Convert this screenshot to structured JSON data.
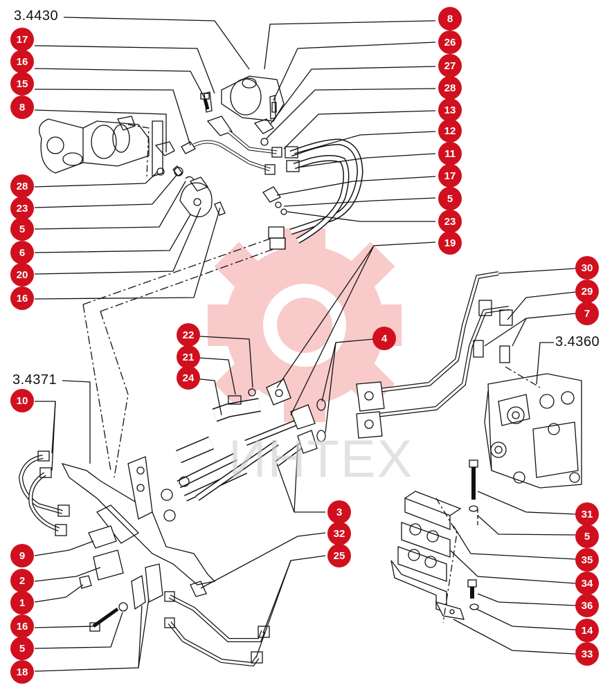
{
  "colors": {
    "badge": "#d0101e",
    "line": "#111111",
    "watermark": "#f6b4b4",
    "watermark_text": "#cfcfcf"
  },
  "watermark": {
    "icon": "gear-logo-icon",
    "text": "ИНТЕХ"
  },
  "refs": {
    "r4430": "3.4430",
    "r4360": "3.4360",
    "r4371": "3.4371"
  },
  "callouts": {
    "l1": "17",
    "l2": "16",
    "l3": "15",
    "l4": "8",
    "l5": "28",
    "l6": "23",
    "l7": "5",
    "l8": "6",
    "l9": "20",
    "l10": "16",
    "l11": "10",
    "l12": "9",
    "l13": "2",
    "l14": "1",
    "l15": "16",
    "l16": "5",
    "l17": "18",
    "r1": "8",
    "r2": "26",
    "r3": "27",
    "r4": "28",
    "r5": "13",
    "r6": "12",
    "r7": "11",
    "r8": "17",
    "r9": "5",
    "r10": "23",
    "r11": "19",
    "r12": "30",
    "r13": "29",
    "r14": "7",
    "m1": "22",
    "m2": "21",
    "m3": "24",
    "m4": "4",
    "m5": "3",
    "m6": "32",
    "m7": "25",
    "b1": "31",
    "b2": "5",
    "b3": "35",
    "b4": "34",
    "b5": "36",
    "b6": "14",
    "b7": "33"
  }
}
